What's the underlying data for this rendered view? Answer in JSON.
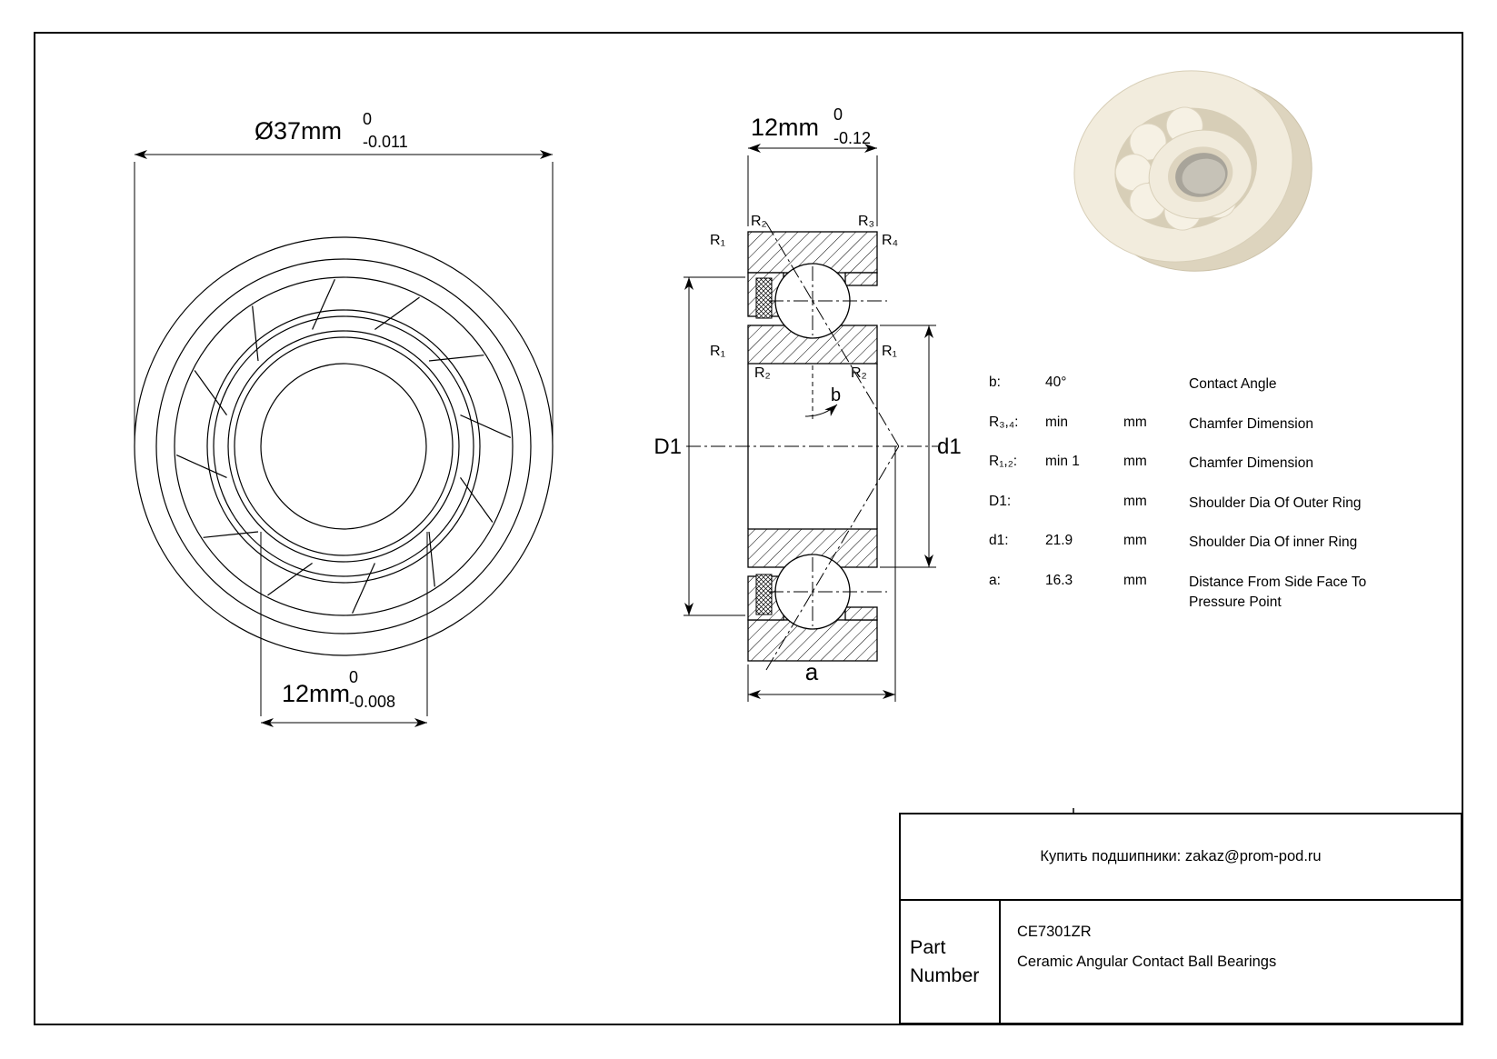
{
  "front_view": {
    "outer_dim": {
      "value": "Ø37mm",
      "tol_top": "0",
      "tol_bottom": "-0.011"
    },
    "bore_dim": {
      "value": "12mm",
      "tol_top": "0",
      "tol_bottom": "-0.008"
    }
  },
  "section": {
    "width_dim": {
      "value": "12mm",
      "tol_top": "0",
      "tol_bottom": "-0.12"
    },
    "label_D1": "D1",
    "label_d1": "d1",
    "label_a": "a",
    "label_b": "b",
    "r1": "R₁",
    "r2": "R₂",
    "r3": "R₃",
    "r4": "R₄"
  },
  "spec_table": {
    "rows": [
      {
        "label": "b:",
        "value": "40°",
        "unit": "",
        "desc": "Contact Angle"
      },
      {
        "label": "R₃,₄:",
        "value": "min",
        "unit": "mm",
        "desc": "Chamfer Dimension"
      },
      {
        "label": "R₁,₂:",
        "value": "min 1",
        "unit": "mm",
        "desc": "Chamfer Dimension"
      },
      {
        "label": "D1:",
        "value": "",
        "unit": "mm",
        "desc": "Shoulder Dia Of Outer Ring"
      },
      {
        "label": "d1:",
        "value": "21.9",
        "unit": "mm",
        "desc": "Shoulder Dia Of inner Ring"
      },
      {
        "label": "a:",
        "value": "16.3",
        "unit": "mm",
        "desc": "Distance From Side Face To Pressure Point"
      }
    ]
  },
  "footer": {
    "contact": "Купить подшипники: zakaz@prom-pod.ru",
    "part_label": "Part Number",
    "part_number": "CE7301ZR",
    "description": "Ceramic Angular Contact Ball Bearings"
  },
  "colors": {
    "line": "#000000",
    "bearing_body": "#f2ecdd",
    "bearing_shadow": "#d7ceb7",
    "bearing_bore": "#a8a49a"
  }
}
